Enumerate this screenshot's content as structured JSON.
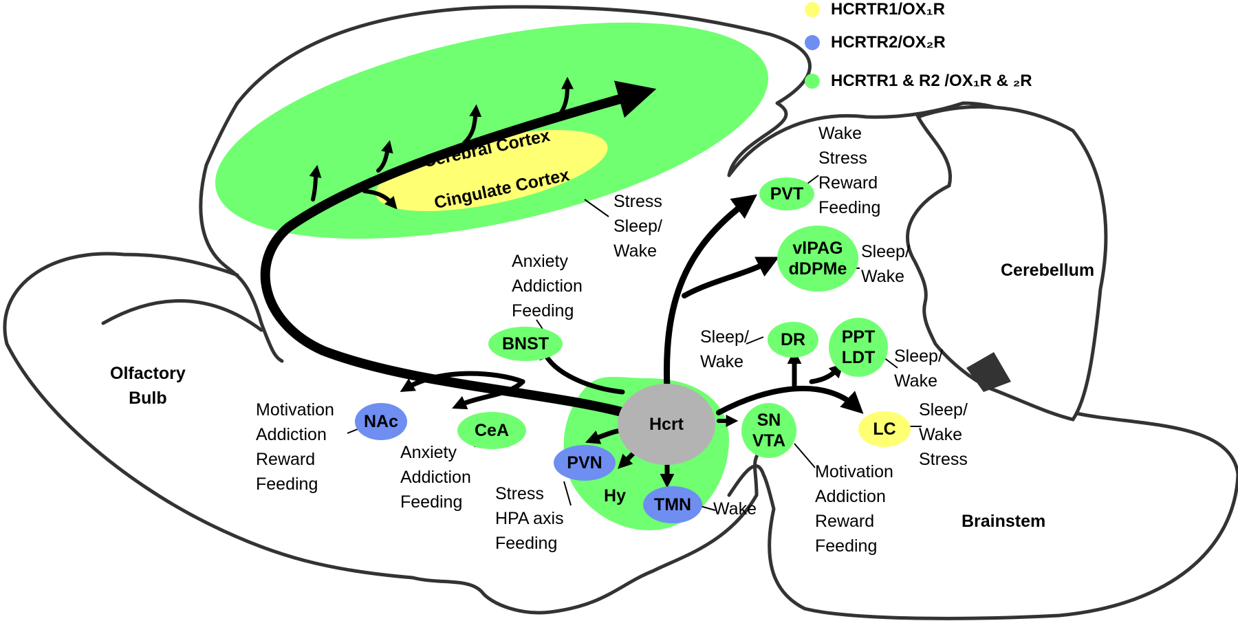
{
  "colors": {
    "ox1r": "#ffff73",
    "ox2r": "#6f8ef2",
    "both": "#70ff70",
    "hcrt": "#b3b3b3",
    "outline": "#333333",
    "arrow": "#000000"
  },
  "legend": [
    {
      "label": "HCRTR1/OX₁R",
      "color": "#ffff73"
    },
    {
      "label": "HCRTR2/OX₂R",
      "color": "#6f8ef2"
    },
    {
      "label": "HCRTR1 & R2 /OX₁R & ₂R",
      "color": "#70ff70"
    }
  ],
  "regions": {
    "olfactory_bulb": "Olfactory\nBulb",
    "cerebellum": "Cerebellum",
    "brainstem": "Brainstem",
    "cerebral_cortex": "Cerebral Cortex",
    "cingulate_cortex": "Cingulate Cortex"
  },
  "nodes": {
    "hcrt": "Hcrt",
    "pvt": "PVT",
    "vlpag": "vlPAG\ndDPMe",
    "bnst": "BNST",
    "dr": "DR",
    "ppt": "PPT\nLDT",
    "nac": "NAc",
    "cea": "CeA",
    "pvn": "PVN",
    "hy": "Hy",
    "tmn": "TMN",
    "sn": "SN\nVTA",
    "lc": "LC"
  },
  "functions": {
    "cortex": "Stress\nSleep/\nWake",
    "pvt": "Wake\nStress\nReward\nFeeding",
    "vlpag": "Sleep/\nWake",
    "bnst": "Anxiety\nAddiction\nFeeding",
    "dr": "Sleep/\nWake",
    "ppt": "Sleep/\nWake",
    "nac": "Motivation\nAddiction\nReward\nFeeding",
    "cea": "Anxiety\nAddiction\nFeeding",
    "pvn": "Stress\nHPA axis\nFeeding",
    "tmn": "Wake",
    "sn": "Motivation\nAddiction\nReward\nFeeding",
    "lc": "Sleep/\nWake\nStress"
  }
}
